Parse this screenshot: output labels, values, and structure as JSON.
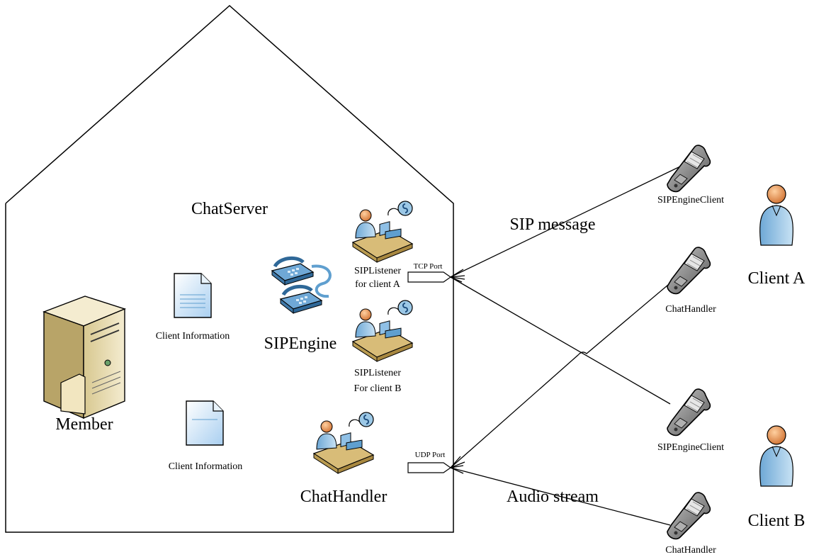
{
  "server": {
    "title": "ChatServer",
    "member_label": "Member",
    "client_info_1": "Client Information",
    "client_info_2": "Client Information",
    "sipengine_label": "SIPEngine",
    "listener_a_line1": "SIPListener",
    "listener_a_line2": "for client A",
    "listener_b_line1": "SIPListener",
    "listener_b_line2": "For client B",
    "chathandler_label": "ChatHandler",
    "tcp_port": "TCP Port",
    "udp_port": "UDP Port"
  },
  "links": {
    "sip_message": "SIP message",
    "audio_stream": "Audio stream"
  },
  "clients": {
    "client_a": {
      "name": "Client A",
      "device_top": "SIPEngineClient",
      "device_bottom": "ChatHandler"
    },
    "client_b": {
      "name": "Client B",
      "device_top": "SIPEngineClient",
      "device_bottom": "ChatHandler"
    }
  },
  "colors": {
    "outline": "#000000",
    "server_body": "#e8dcb0",
    "doc_fill": "#cfe6fa",
    "phone_fill": "#8a8a8a",
    "person_head": "#f0a060",
    "person_body": "#9cc8e6",
    "desk_fill": "#e0c88a",
    "phone_blue": "#5f9fcf"
  }
}
